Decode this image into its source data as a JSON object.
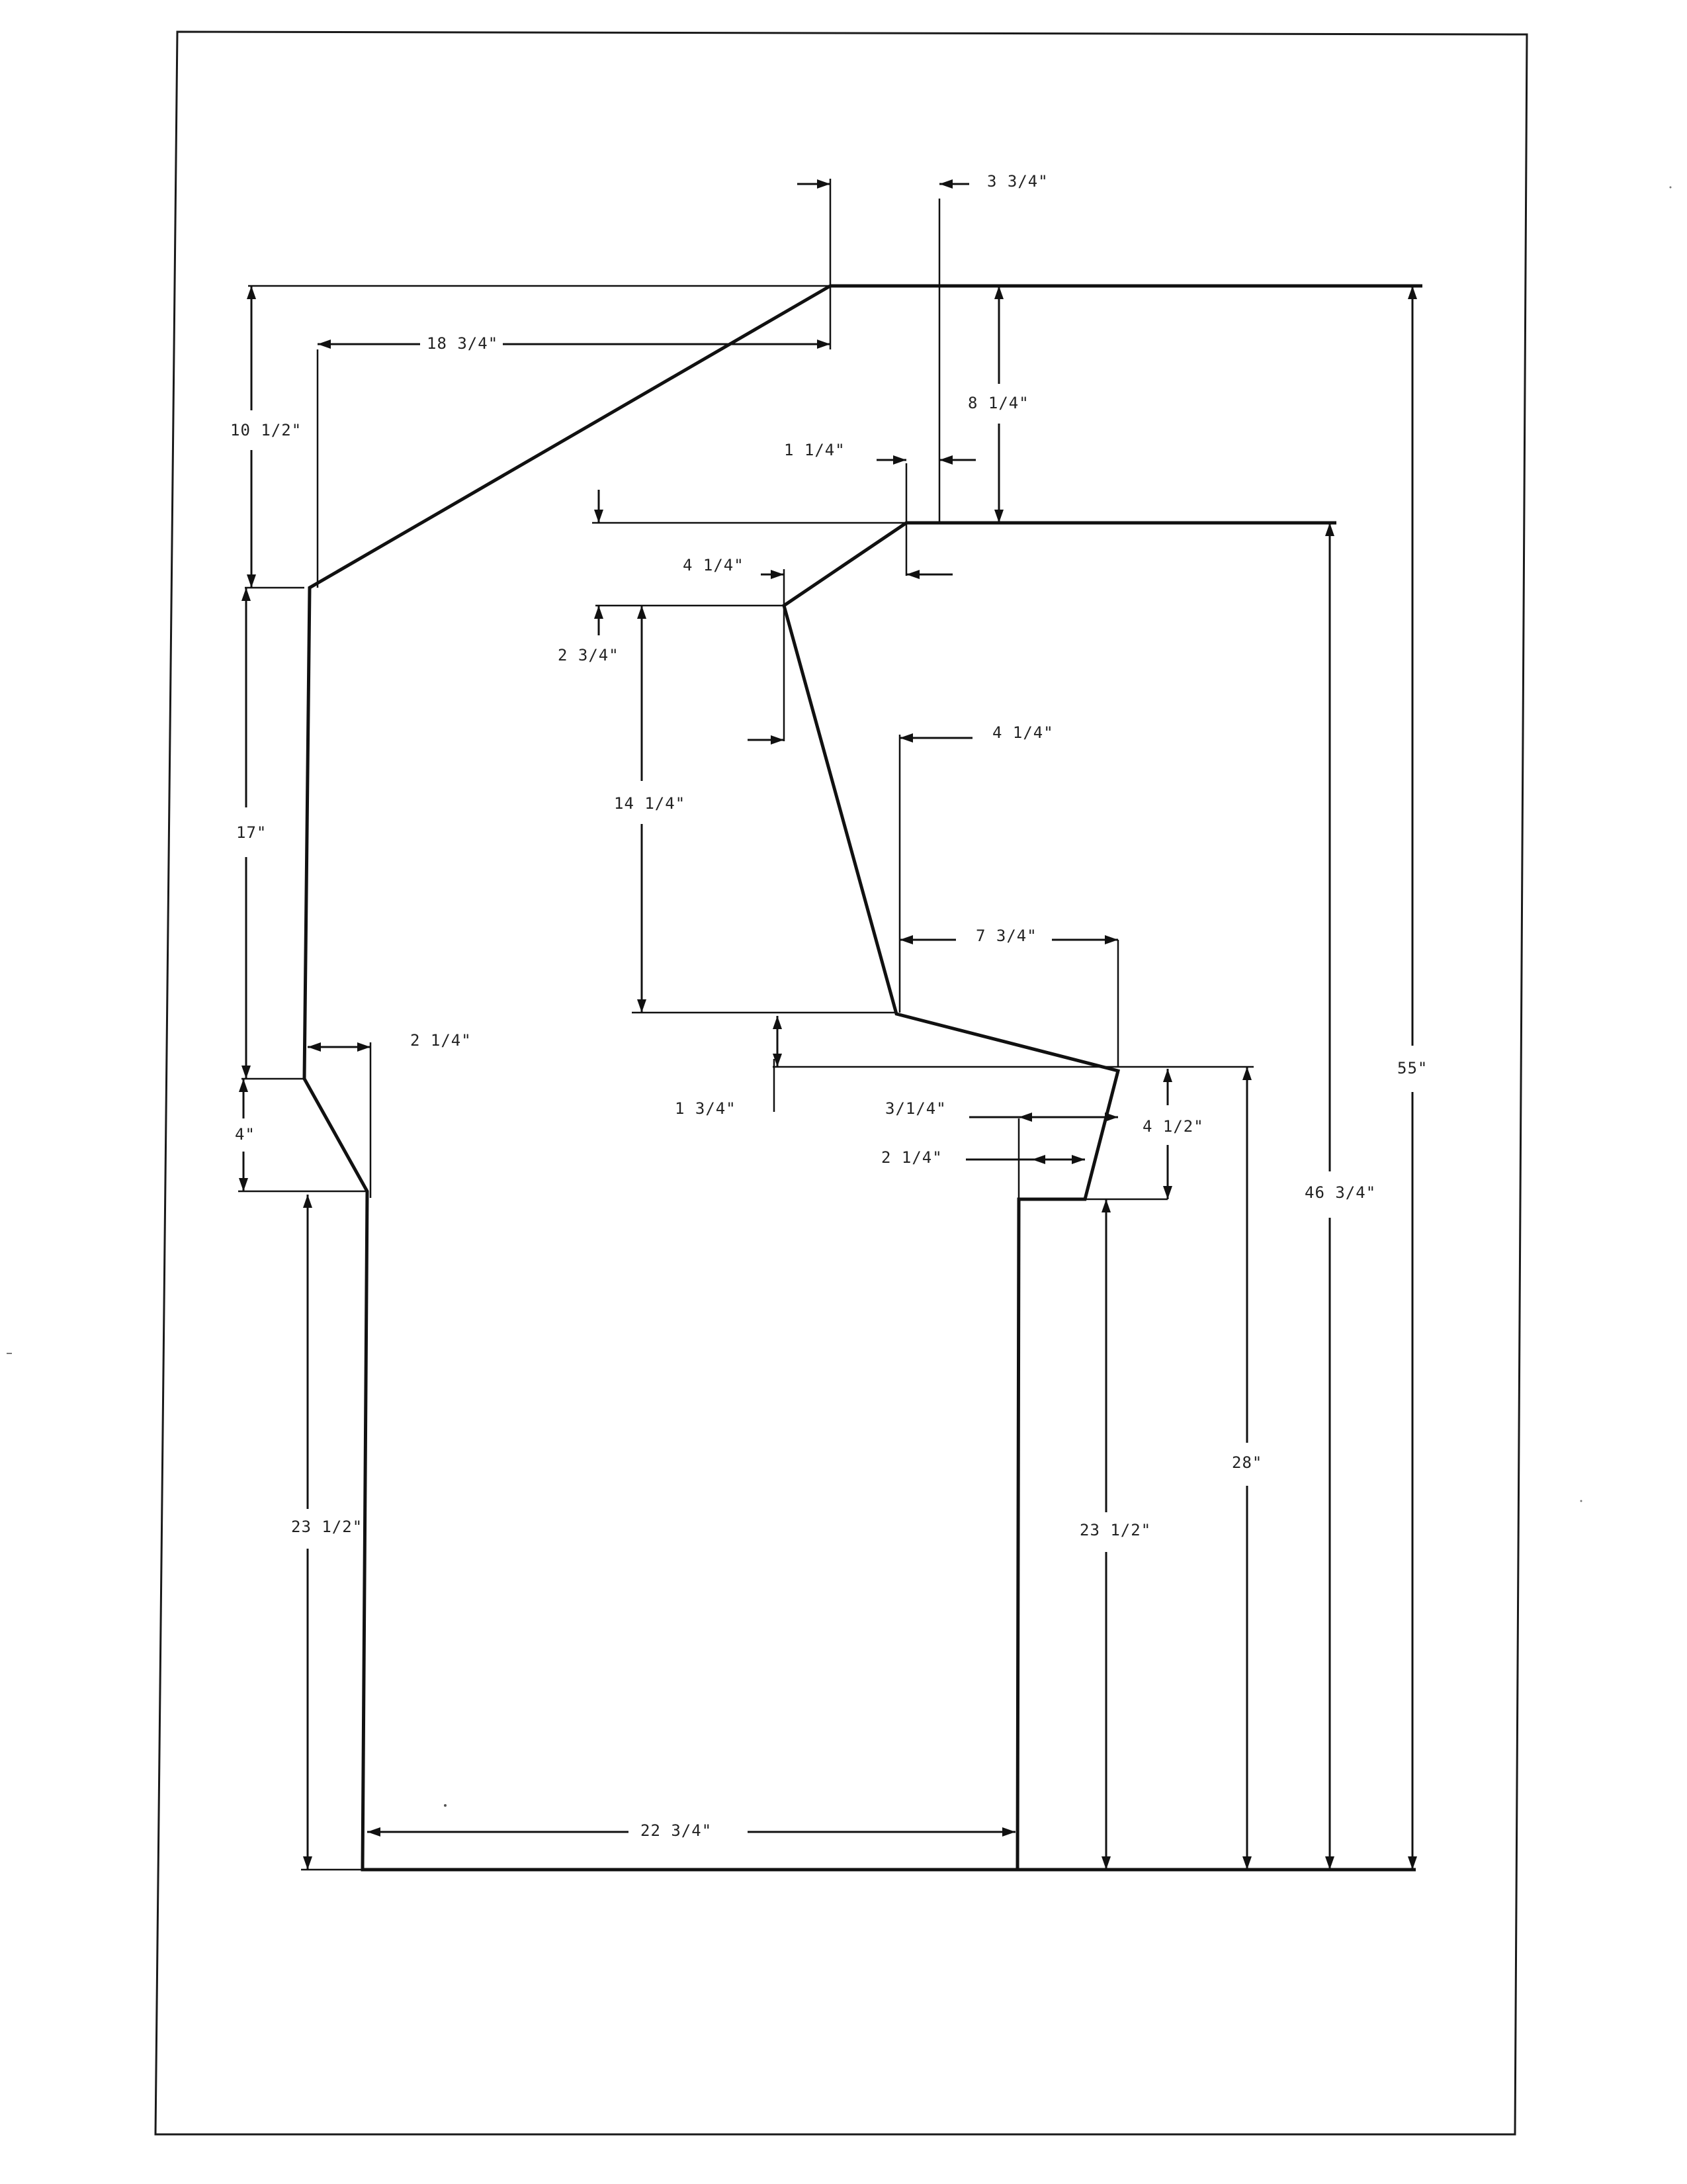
{
  "dimensions": {
    "d_3_3_4": "3 3/4\"",
    "d_18_3_4": "18 3/4\"",
    "d_10_1_2": "10 1/2\"",
    "d_8_1_4": "8 1/4\"",
    "d_1_1_4": "1 1/4\"",
    "d_4_1_4_top": "4 1/4\"",
    "d_2_3_4": "2 3/4\"",
    "d_14_1_4": "14 1/4\"",
    "d_4_1_4_mid": "4 1/4\"",
    "d_17": "17\"",
    "d_7_3_4": "7 3/4\"",
    "d_2_1_4_left": "2 1/4\"",
    "d_1_3_4": "1 3/4\"",
    "d_3_1_4": "3/1/4\"",
    "d_4_1_2": "4 1/2\"",
    "d_4": "4\"",
    "d_2_1_4_right": "2 1/4\"",
    "d_55": "55\"",
    "d_46_3_4": "46 3/4\"",
    "d_28": "28\"",
    "d_23_1_2_left": "23 1/2\"",
    "d_23_1_2_right": "23 1/2\"",
    "d_22_3_4": "22 3/4\""
  }
}
